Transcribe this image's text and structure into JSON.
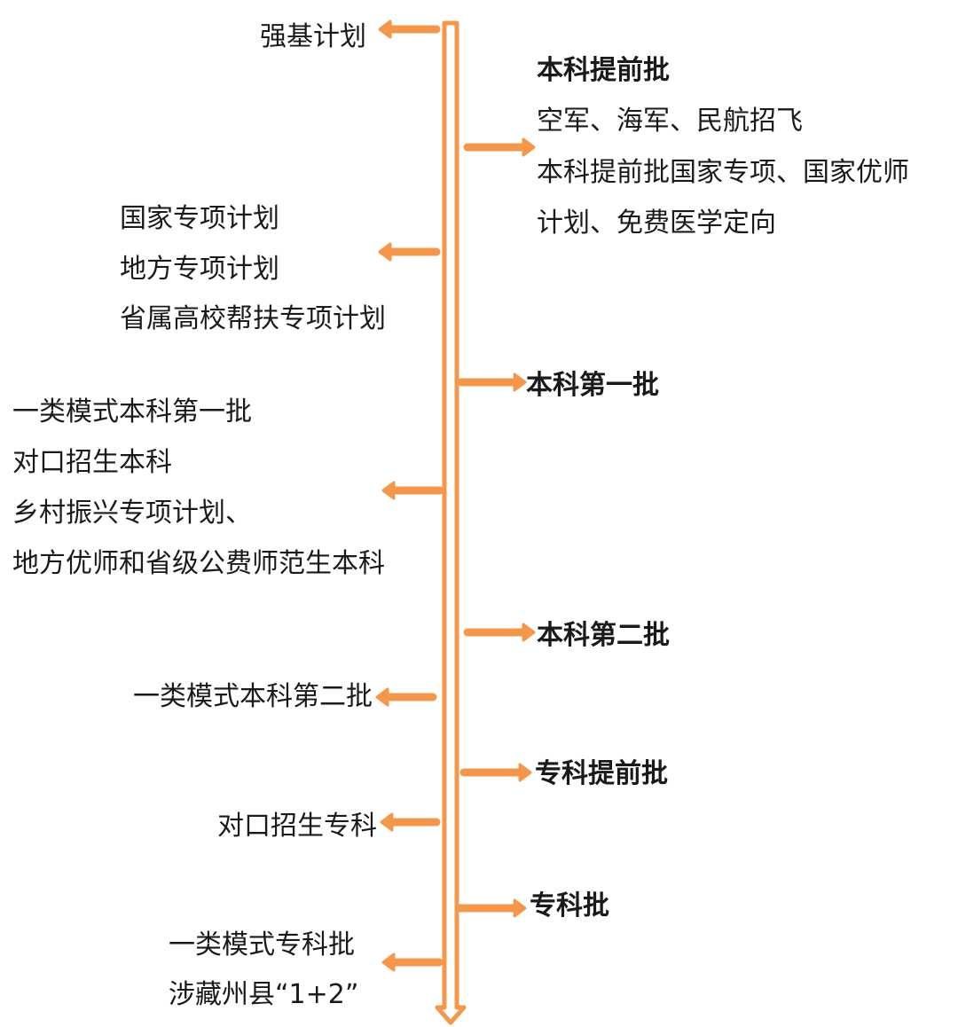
{
  "accent_color": "#f4974a",
  "right": [
    {
      "title": "本科提前批",
      "lines": [
        "空军、海军、民航招飞",
        "本科提前批国家专项、国家优师",
        "计划、免费医学定向"
      ]
    },
    {
      "title": "本科第一批"
    },
    {
      "title": "本科第二批"
    },
    {
      "title": "专科提前批"
    },
    {
      "title": "专科批"
    }
  ],
  "left": [
    {
      "lines": [
        "强基计划"
      ]
    },
    {
      "lines": [
        "国家专项计划",
        "地方专项计划",
        "省属高校帮扶专项计划"
      ]
    },
    {
      "lines": [
        "一类模式本科第一批",
        "对口招生本科",
        "乡村振兴专项计划、",
        "地方优师和省级公费师范生本科"
      ]
    },
    {
      "lines": [
        "一类模式本科第二批"
      ]
    },
    {
      "lines": [
        "对口招生专科"
      ]
    },
    {
      "lines": [
        "一类模式专科批",
        "涉藏州县“1+2”"
      ]
    }
  ]
}
